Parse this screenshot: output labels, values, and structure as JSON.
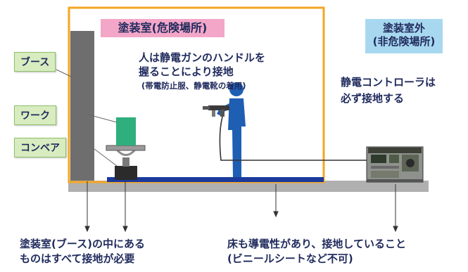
{
  "booth_room": {
    "title": "塗装室(危険場所)",
    "operator_text_line1": "人は静電ガンのハンドルを",
    "operator_text_line2": "握ることにより接地",
    "operator_text_line3": "(帯電防止服、静電靴の着用)"
  },
  "outside_room": {
    "title_line1": "塗装室外",
    "title_line2": "(非危険場所)",
    "controller_text_line1": "静電コントローラは",
    "controller_text_line2": "必ず接地する"
  },
  "labels": {
    "booth": "ブース",
    "work": "ワーク",
    "conveyor": "コンベア"
  },
  "notes": {
    "left_line1": "塗装室(ブース)の中にある",
    "left_line2": "ものはすべて接地が必要",
    "right_line1": "床も導電性があり、接地していること",
    "right_line2": "(ビニールシートなど不可)"
  },
  "colors": {
    "room_border": "#f5a623",
    "booth_wall": "#6e6e6e",
    "floor_strip": "#1a3a9c",
    "ground": "#b0b0b0",
    "work_piece": "#2eaf7d",
    "operator": "#1e5fb4",
    "title_pink": "#f3a6c8",
    "title_blue": "#a8d8f0",
    "label_green": "#d8ecc0"
  }
}
